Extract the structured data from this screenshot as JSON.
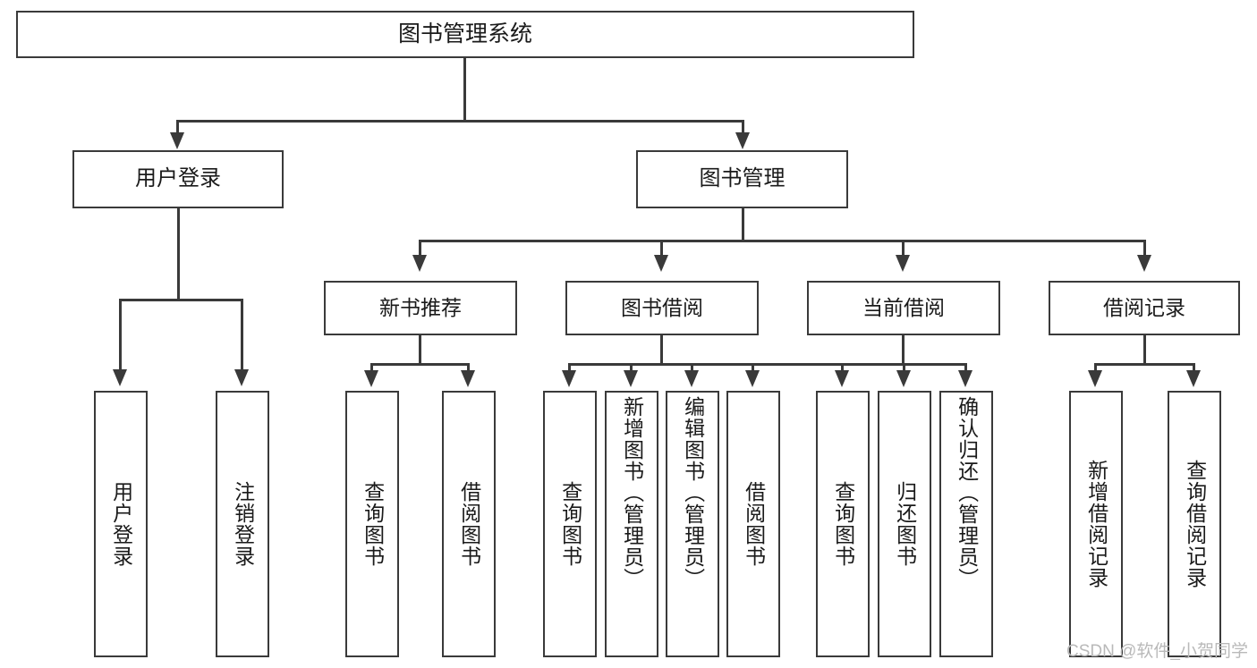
{
  "diagram": {
    "title": "图书管理系统",
    "type": "功能结构图",
    "root": {
      "id": "root",
      "label": "图书管理系统"
    },
    "level2": [
      {
        "id": "user-login",
        "label": "用户登录"
      },
      {
        "id": "book-mgmt",
        "label": "图书管理"
      }
    ],
    "level3": [
      {
        "id": "new-book-rec",
        "label": "新书推荐",
        "parent": "book-mgmt"
      },
      {
        "id": "book-borrow",
        "label": "图书借阅",
        "parent": "book-mgmt"
      },
      {
        "id": "current-borrow",
        "label": "当前借阅",
        "parent": "book-mgmt"
      },
      {
        "id": "borrow-record",
        "label": "借阅记录",
        "parent": "book-mgmt"
      }
    ],
    "leaves": [
      {
        "id": "leaf-user-login",
        "label": "用户登录",
        "parent": "user-login"
      },
      {
        "id": "leaf-user-logout",
        "label": "注销登录",
        "parent": "user-login"
      },
      {
        "id": "leaf-query-book-1",
        "label": "查询图书",
        "parent": "new-book-rec"
      },
      {
        "id": "leaf-borrow-book-1",
        "label": "借阅图书",
        "parent": "new-book-rec"
      },
      {
        "id": "leaf-query-book-2",
        "label": "查询图书",
        "parent": "book-borrow"
      },
      {
        "id": "leaf-add-book",
        "label": "新增图书（管理员）",
        "parent": "book-borrow"
      },
      {
        "id": "leaf-edit-book",
        "label": "编辑图书（管理员）",
        "parent": "book-borrow"
      },
      {
        "id": "leaf-borrow-book-2",
        "label": "借阅图书",
        "parent": "book-borrow"
      },
      {
        "id": "leaf-query-book-3",
        "label": "查询图书",
        "parent": "current-borrow"
      },
      {
        "id": "leaf-return-book",
        "label": "归还图书",
        "parent": "current-borrow"
      },
      {
        "id": "leaf-confirm-return",
        "label": "确认归还（管理员）",
        "parent": "current-borrow"
      },
      {
        "id": "leaf-add-record",
        "label": "新增借阅记录",
        "parent": "borrow-record"
      },
      {
        "id": "leaf-query-record",
        "label": "查询借阅记录",
        "parent": "borrow-record"
      }
    ],
    "colors": {
      "stroke": "#3a3a3a",
      "fill": "#ffffff",
      "text": "#1a1a1a",
      "watermark": "#b9b9b9"
    }
  },
  "watermark": {
    "text": "CSDN @软件_小贺同学"
  }
}
